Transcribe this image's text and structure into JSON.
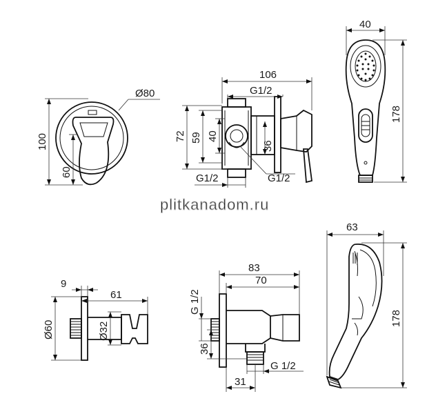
{
  "drawing": {
    "watermark": "plitkanadom.ru",
    "mixer_front": {
      "d_plate": "Ø80",
      "h_total": "100",
      "h_handle": "60"
    },
    "mixer_side": {
      "w_total": "106",
      "thread_top": "G1/2",
      "h_72": "72",
      "h_59": "59",
      "h_40": "40",
      "h_36": "36",
      "thread_bl": "G1/2",
      "thread_br": "G1/2"
    },
    "hand_shower_front": {
      "w": "40",
      "h": "178"
    },
    "holder_side": {
      "w_9": "9",
      "w_61": "61",
      "d_60": "Ø60",
      "d_32": "Ø32"
    },
    "holder_top": {
      "w_83": "83",
      "w_70": "70",
      "thread_l": "G 1/2",
      "h_36": "36",
      "w_31": "31",
      "thread_b": "G 1/2"
    },
    "hand_shower_side": {
      "w": "63",
      "h": "178"
    }
  }
}
